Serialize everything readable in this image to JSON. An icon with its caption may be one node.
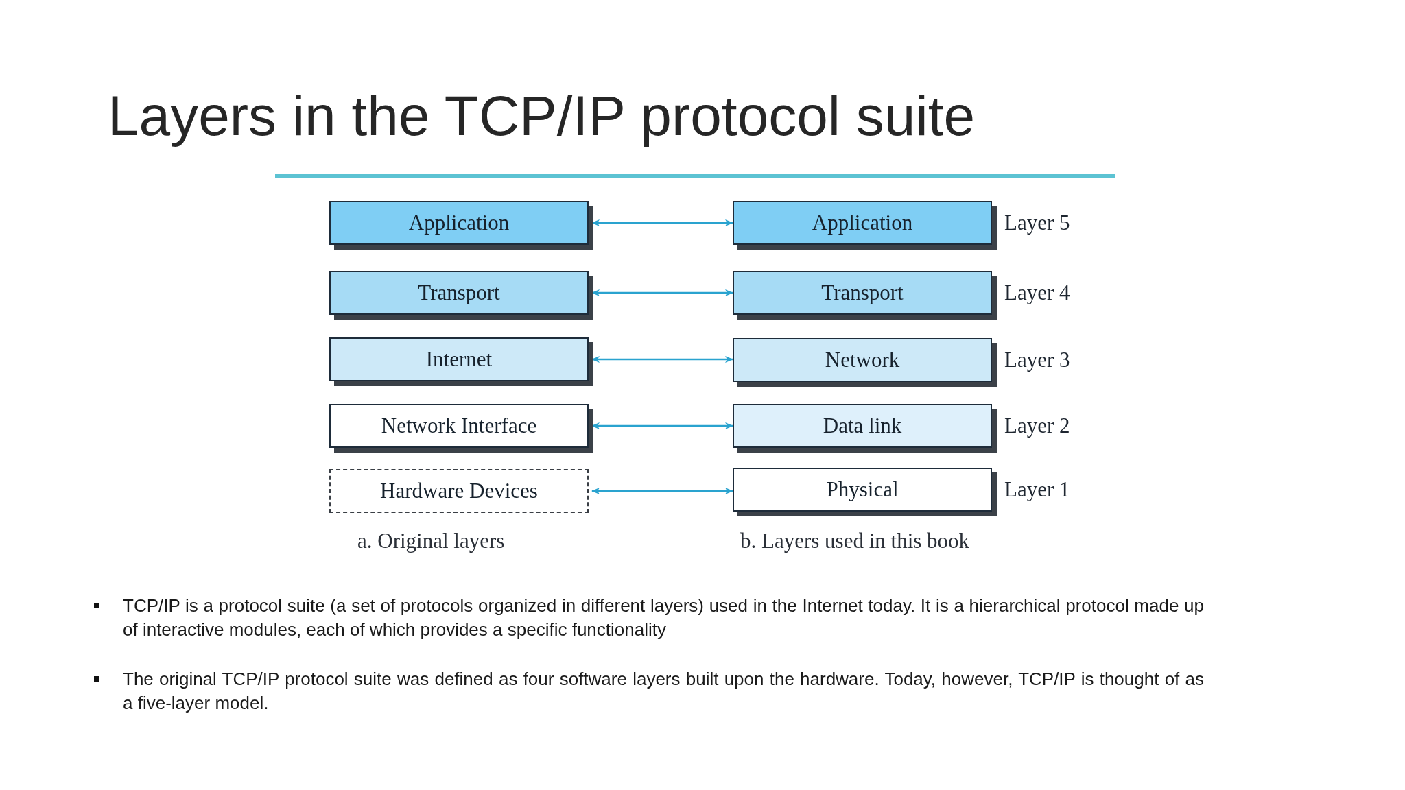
{
  "diagram": {
    "title": "Layers in the TCP/IP protocol suite",
    "nodes": [
      {
        "text": [
          "Application"
        ]
      },
      {
        "text": [
          "Transport"
        ]
      },
      {
        "text": [
          "Internet"
        ]
      },
      {
        "text": [
          "Network Interface"
        ]
      },
      {
        "text": [
          "Hardware Devices"
        ]
      },
      {
        "text": [
          "Application"
        ],
        "beside": [
          "Layer 5"
        ]
      },
      {
        "text": [
          "Transport"
        ],
        "beside": [
          "Layer 4"
        ]
      },
      {
        "text": [
          "Network"
        ],
        "beside": [
          "Layer 3"
        ]
      },
      {
        "text": [
          "Data link"
        ],
        "beside": [
          "Layer 2"
        ]
      },
      {
        "text": [
          "Physical"
        ],
        "beside": [
          "Layer 1"
        ]
      }
    ],
    "edges": [
      {
        "from": 0,
        "to": 5,
        "arrow": "both"
      },
      {
        "from": 1,
        "to": 6,
        "arrow": "both"
      },
      {
        "from": 2,
        "to": 7,
        "arrow": "both"
      },
      {
        "from": 3,
        "to": 8,
        "arrow": "both"
      },
      {
        "from": 4,
        "to": 9,
        "arrow": "both"
      }
    ],
    "labels": [
      "a. Original layers",
      "b. Layers used in this book",
      "TCP/IP is a protocol suite (a set of protocols organized in different layers) used in the Internet today. It is a hierarchical protocol made up of interactive modules, each of which provides a specific functionality",
      "The original TCP/IP protocol suite was defined as four software layers built upon the hardware. Today, however, TCP/IP is thought of as a five-layer model."
    ]
  }
}
